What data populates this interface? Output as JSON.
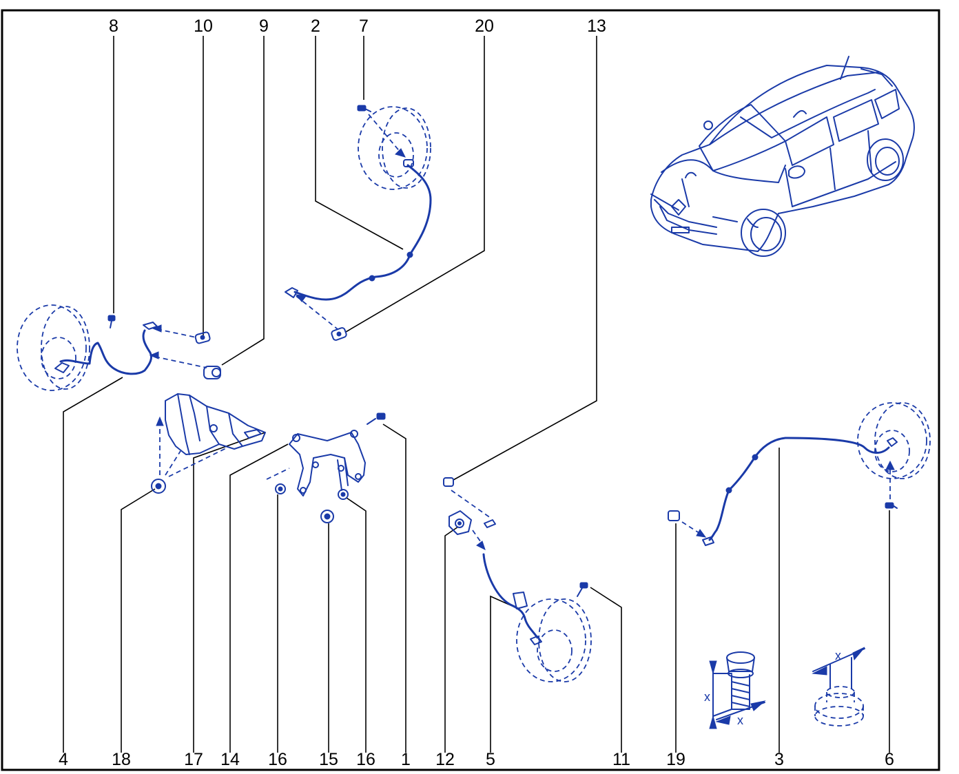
{
  "colors": {
    "ink": "#1a3aa8",
    "callout": "#000000",
    "frame": "#000000",
    "background": "#ffffff"
  },
  "callouts": {
    "top": {
      "c8": "8",
      "c10": "10",
      "c9": "9",
      "c2": "2",
      "c7": "7",
      "c20": "20",
      "c13": "13"
    },
    "bottom": {
      "c4": "4",
      "c18": "18",
      "c17": "17",
      "c14": "14",
      "c16a": "16",
      "c15": "15",
      "c16b": "16",
      "c1": "1",
      "c12": "12",
      "c5": "5",
      "c11": "11",
      "c19": "19",
      "c3": "3",
      "c6": "6"
    }
  },
  "dimension_labels": {
    "bolt_x1": "x",
    "bolt_x2": "x",
    "nut_x": "x"
  },
  "icons": [
    "car-outline-icon",
    "wheel-dashed-icon",
    "wheel-speed-sensor-icon",
    "bracket-icon",
    "bolt-icon",
    "nut-icon",
    "clip-icon"
  ]
}
